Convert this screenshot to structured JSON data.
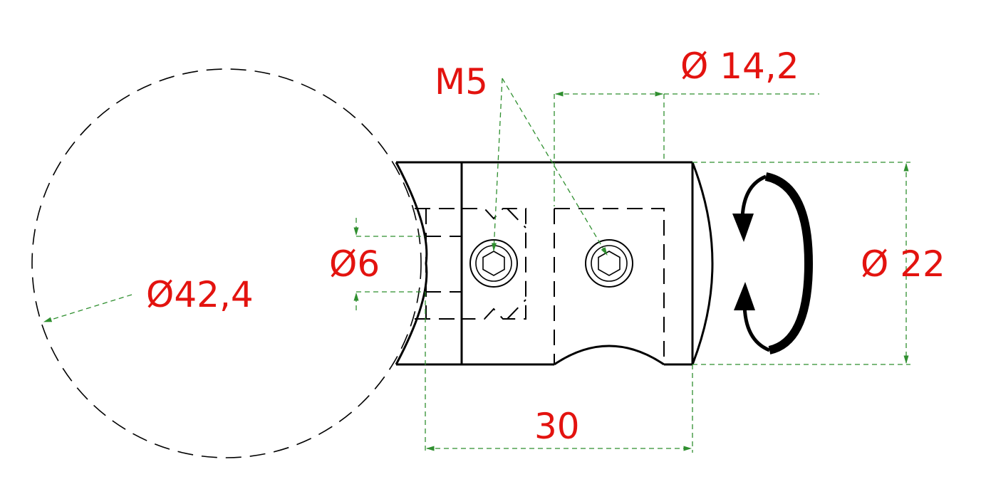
{
  "labels": {
    "pipe_diameter": "Ø42,4",
    "thread": "M5",
    "bore_diameter": "Ø6",
    "groove_diameter": "Ø 14,2",
    "outer_diameter": "Ø 22",
    "length": "30"
  },
  "colors": {
    "dimension_text": "#e3130f",
    "dimension_lines": "#2f8f2f",
    "outline": "#000000"
  },
  "icons": {
    "rotation": "rotate-arrows-icon",
    "screw": "hex-socket-screw-icon"
  }
}
